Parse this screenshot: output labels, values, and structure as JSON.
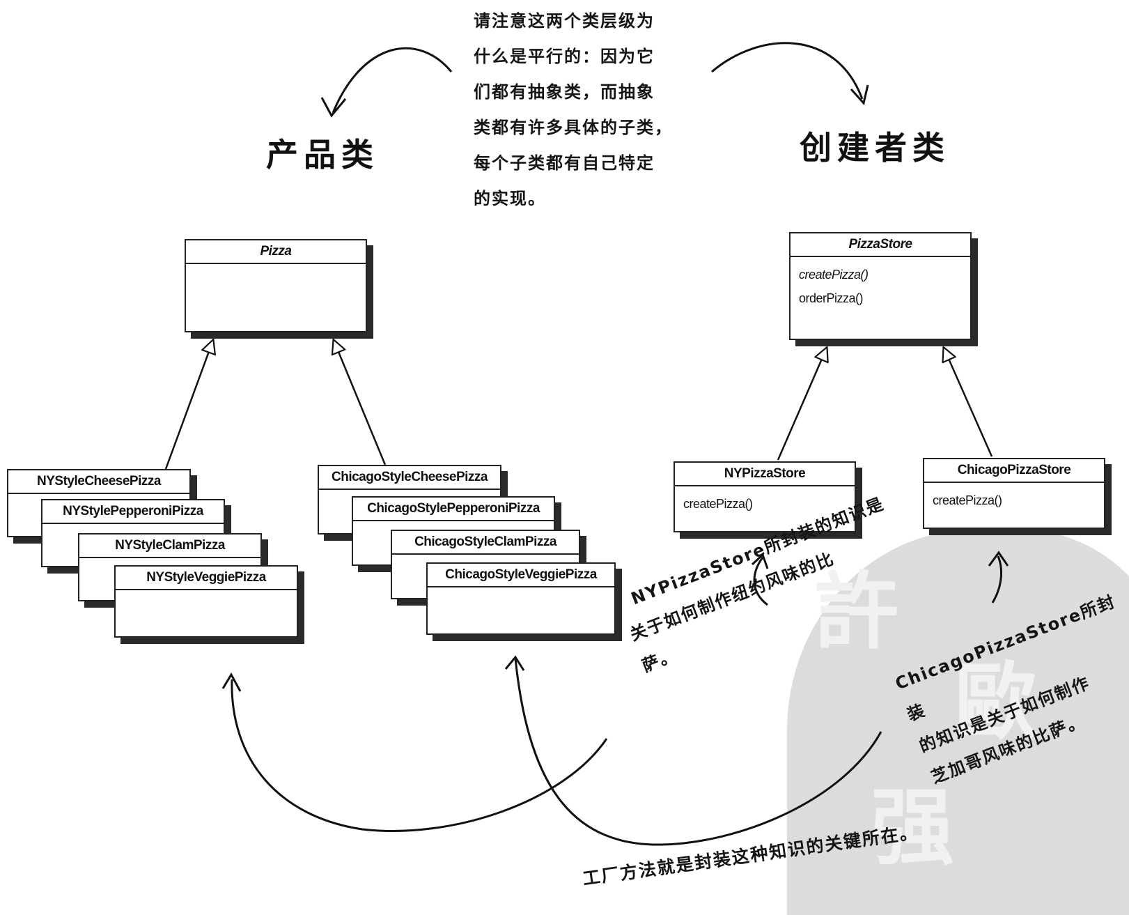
{
  "notes": {
    "center_lines": [
      "请注意这两个类层级为",
      "什么是平行的：因为它",
      "们都有抽象类，而抽象",
      "类都有许多具体的子类，",
      "每个子类都有自己特定",
      "的实现。"
    ],
    "ny_store_lines": [
      "NYPizzaStore所封装的知识是",
      "关于如何制作纽约风味的比",
      "萨。"
    ],
    "chicago_store_lines": [
      "ChicagoPizzaStore所封装",
      "的知识是关于如何制作",
      "芝加哥风味的比萨。"
    ],
    "bottom": "工厂方法就是封装这种知识的关键所在。"
  },
  "sections": {
    "product": "产品类",
    "creator": "创建者类"
  },
  "product_classes": {
    "pizza": "Pizza",
    "ny_cheese": "NYStyleCheesePizza",
    "ny_pepperoni": "NYStylePepperoniPizza",
    "ny_clam": "NYStyleClamPizza",
    "ny_veggie": "NYStyleVeggiePizza",
    "chi_cheese": "ChicagoStyleCheesePizza",
    "chi_pepperoni": "ChicagoStylePepperoniPizza",
    "chi_clam": "ChicagoStyleClamPizza",
    "chi_veggie": "ChicagoStyleVeggiePizza"
  },
  "creator_classes": {
    "pizza_store": {
      "name": "PizzaStore",
      "methods": [
        "createPizza()",
        "orderPizza()"
      ]
    },
    "ny_store": {
      "name": "NYPizzaStore",
      "methods": [
        "createPizza()"
      ]
    },
    "chicago_store": {
      "name": "ChicagoPizzaStore",
      "methods": [
        "createPizza()"
      ]
    }
  }
}
